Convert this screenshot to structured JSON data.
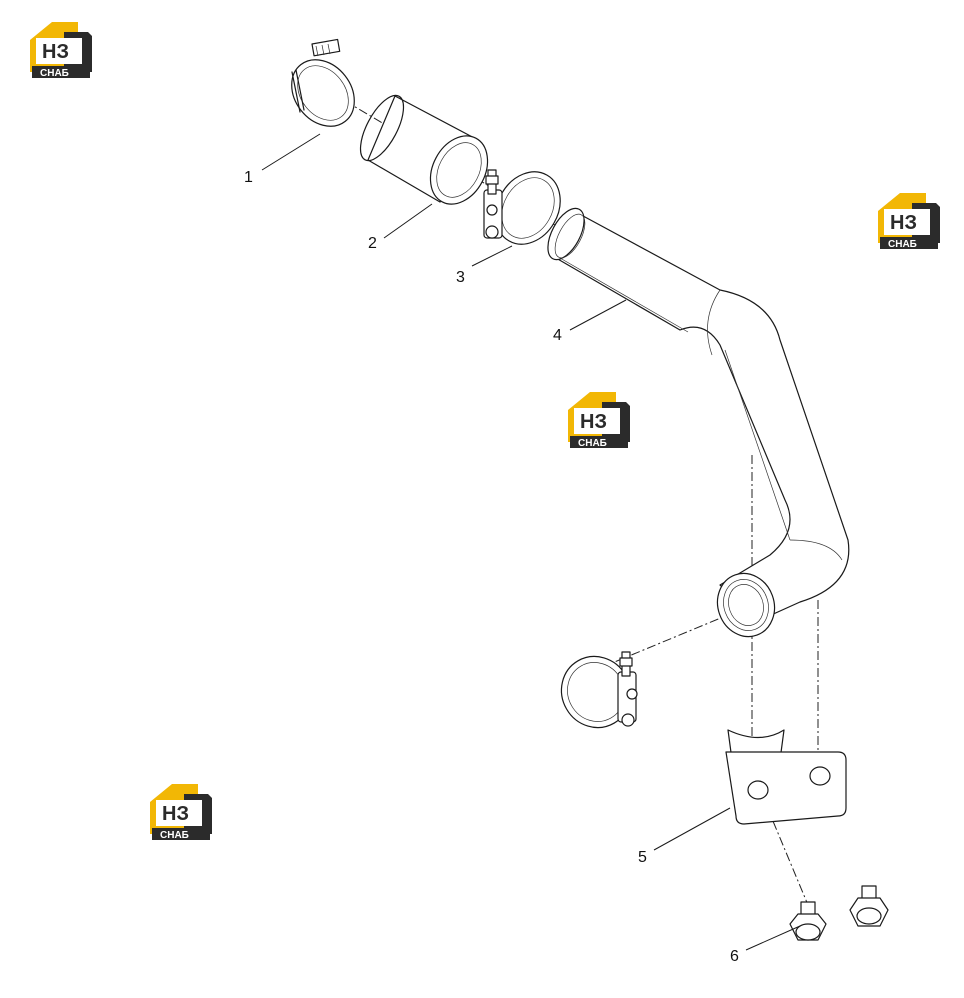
{
  "logo": {
    "mark": "НЗ",
    "caption": "СНАБ",
    "color": "#f2b705",
    "dark": "#2b2b2b"
  },
  "callouts": [
    {
      "id": "1",
      "label": "1"
    },
    {
      "id": "2",
      "label": "2"
    },
    {
      "id": "3",
      "label": "3"
    },
    {
      "id": "4",
      "label": "4"
    },
    {
      "id": "5",
      "label": "5"
    },
    {
      "id": "6",
      "label": "6"
    }
  ]
}
